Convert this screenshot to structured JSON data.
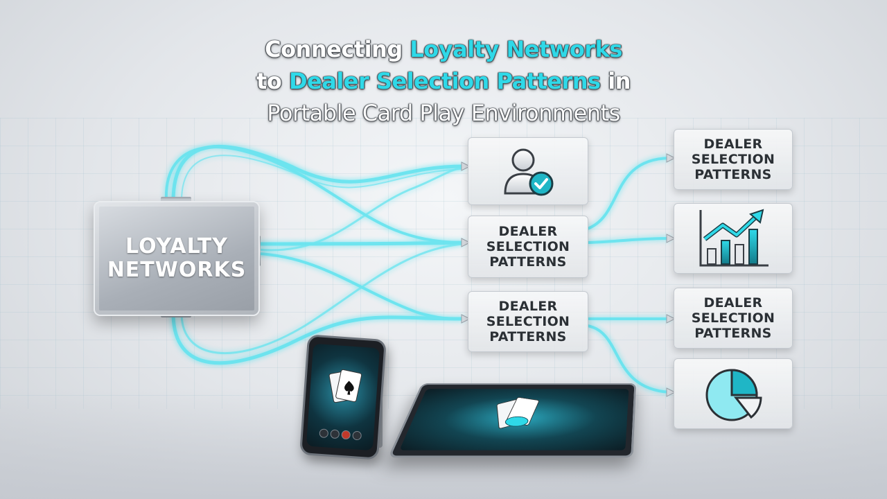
{
  "title": {
    "line1_a": "Connecting ",
    "line1_b": "Loyalty Networks",
    "line2_a": "to ",
    "line2_b": "Dealer Selection Patterns",
    "line2_c": " in",
    "line3": "Portable Card Play Environments"
  },
  "hub": {
    "label_1": "LOYALTY",
    "label_2": "NETWORKS"
  },
  "middle_cards": [
    {
      "icon": "user-check-icon"
    },
    {
      "line1": "DEALER",
      "line2": "SELECTION",
      "line3": "PATTERNS"
    },
    {
      "line1": "DEALER",
      "line2": "SELECTION",
      "line3": "PATTERNS"
    }
  ],
  "right_cards": [
    {
      "line1": "DEALER",
      "line2": "SELECTION",
      "line3": "PATTERNS"
    },
    {
      "icon": "rising-bar-chart-icon"
    },
    {
      "line1": "DEALER",
      "line2": "SELECTION",
      "line3": "PATTERNS"
    },
    {
      "icon": "pie-chart-icon"
    }
  ],
  "devices": {
    "phone_icon": "smartphone-cards-icon",
    "tablet_icon": "tablet-cards-icon"
  },
  "colors": {
    "accent": "#2fd9e8",
    "text_dark": "#2b3035",
    "flow": "#5fe3ef"
  }
}
